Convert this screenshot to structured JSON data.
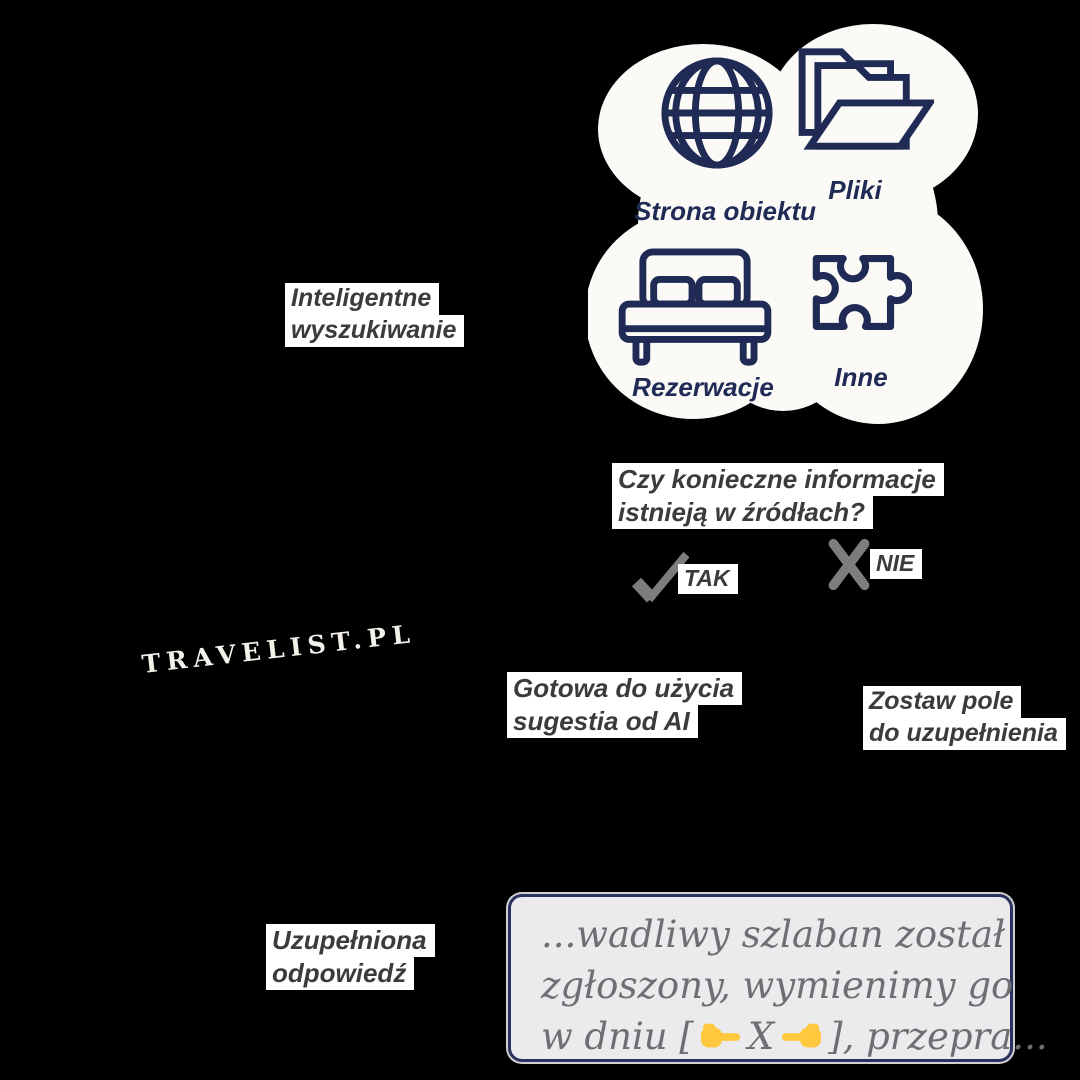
{
  "colors": {
    "bg": "#000000",
    "navy": "#1f2a55",
    "paper": "#ffffff",
    "blob": "#fbfaf7",
    "ink": "#3b3b3b",
    "mark": "#7d7d7d",
    "logo": "#f4f1ea",
    "quote_bg": "#ebebed",
    "quote_border": "#2a3360",
    "quote_text": "#6f6f73",
    "hand": "#ffc83d"
  },
  "sources": {
    "items": [
      {
        "icon": "globe-icon",
        "label": "Strona obiektu"
      },
      {
        "icon": "folders-icon",
        "label": "Pliki"
      },
      {
        "icon": "bed-icon",
        "label": "Rezerwacje"
      },
      {
        "icon": "puzzle-icon",
        "label": "Inne"
      }
    ]
  },
  "labels": {
    "smart_search": [
      "Inteligentne",
      "wyszukiwanie"
    ],
    "question": [
      "Czy konieczne informacje",
      "istnieją w źródłach?"
    ],
    "yes": "TAK",
    "no": "NIE",
    "yes_result": [
      "Gotowa do użycia",
      "sugestia od AI"
    ],
    "no_result": [
      "Zostaw pole",
      "do uzupełnienia"
    ],
    "answer": [
      "Uzupełniona",
      "odpowiedź"
    ]
  },
  "logo": "TRAVELIST.PL",
  "quote": {
    "lines": [
      "...wadliwy szlaban został",
      "zgłoszony, wymienimy go"
    ],
    "line3_prefix": "w dniu [",
    "line3_x": "X",
    "line3_suffix": "], przepra..."
  }
}
